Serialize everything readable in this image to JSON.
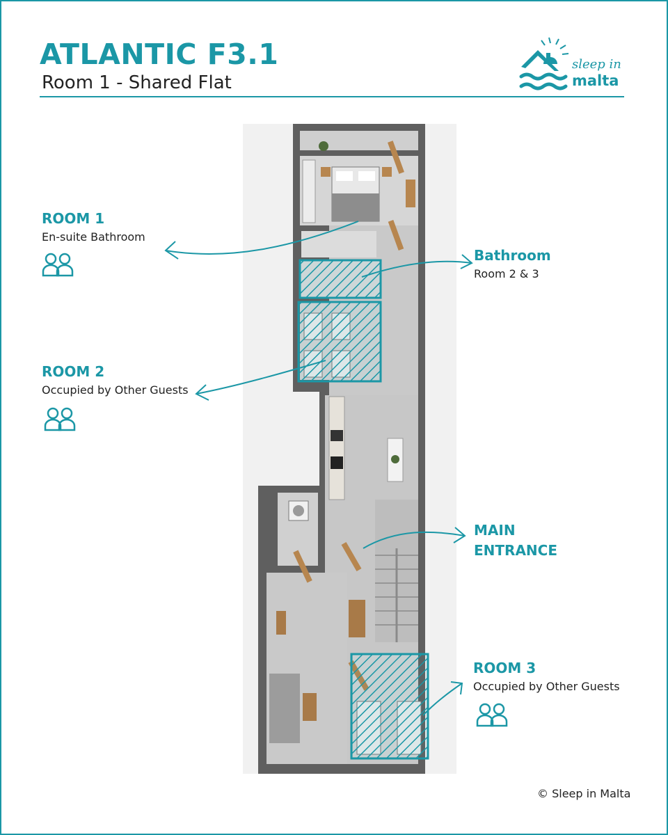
{
  "header": {
    "title": "ATLANTIC F3.1",
    "subtitle": "Room 1 - Shared Flat"
  },
  "brand": {
    "line1": "sleep in",
    "line2": "malta"
  },
  "labels": {
    "room1": {
      "title": "ROOM 1",
      "desc": "En-suite Bathroom"
    },
    "bathroom": {
      "title": "Bathroom",
      "desc": "Room 2 & 3"
    },
    "room2": {
      "title": "ROOM 2",
      "desc": "Occupied by Other Guests"
    },
    "entrance": {
      "line1": "MAIN",
      "line2": "ENTRANCE"
    },
    "room3": {
      "title": "ROOM 3",
      "desc": "Occupied by Other Guests"
    }
  },
  "footer": {
    "copyright": "© Sleep in Malta"
  },
  "icons": {
    "guests": "two-person-icon",
    "logo": "house-sun-waves-icon"
  },
  "colors": {
    "accent": "#1b97a6",
    "wall": "#5f5f5f",
    "floor": "#c9c9c9",
    "text": "#222222"
  }
}
